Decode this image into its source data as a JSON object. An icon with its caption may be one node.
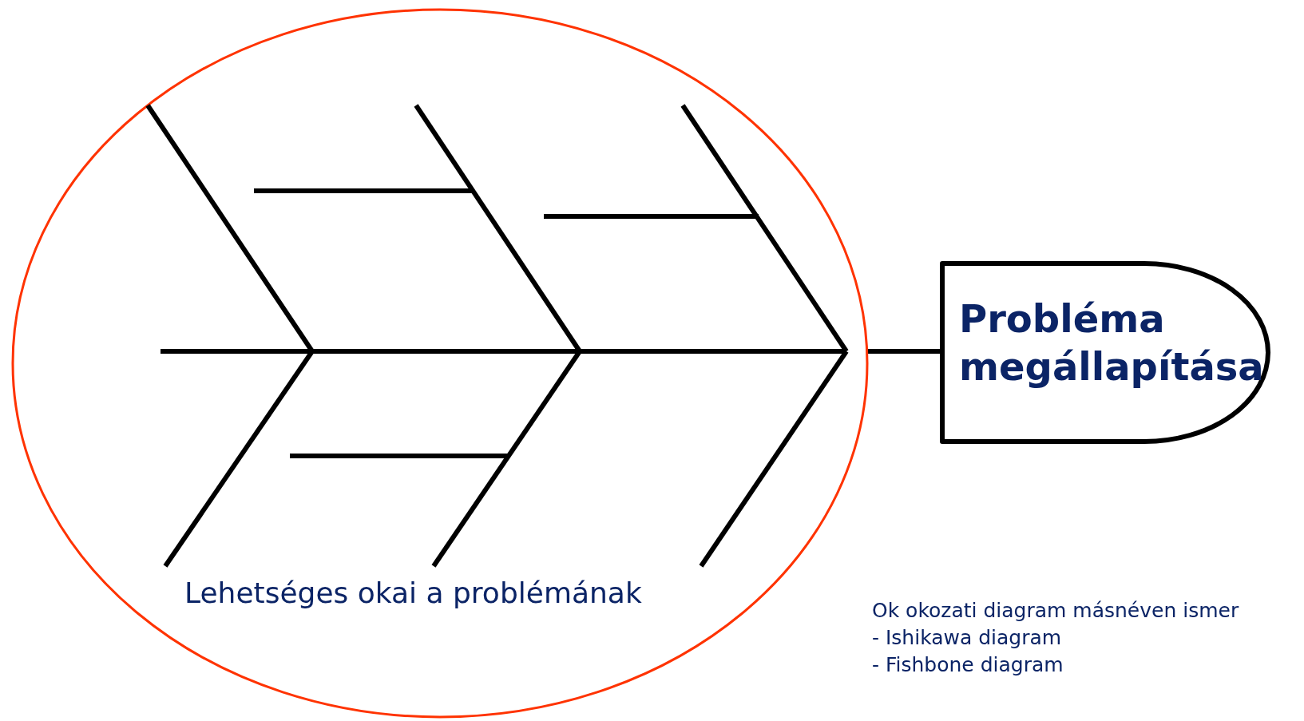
{
  "diagram": {
    "nodes": [
      {
        "text": [
          "Lehetséges okai a problémának"
        ]
      },
      {
        "text": [
          "Probléma megállapítása"
        ]
      }
    ],
    "edges": [
      {
        "from": 0,
        "to": 1,
        "arrow": "none"
      }
    ],
    "labels": [
      "Ok okozati diagram másnéven ismer",
      "- Ishikawa diagram",
      "- Fishbone diagram"
    ]
  }
}
